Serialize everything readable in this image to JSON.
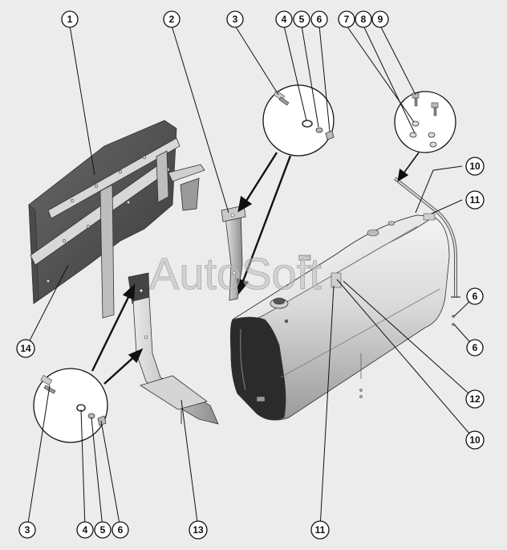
{
  "watermark": "AutoSoft",
  "callouts": [
    {
      "id": "c1",
      "label": "1"
    },
    {
      "id": "c2",
      "label": "2"
    },
    {
      "id": "c3a",
      "label": "3"
    },
    {
      "id": "c4a",
      "label": "4"
    },
    {
      "id": "c5a",
      "label": "5"
    },
    {
      "id": "c6a",
      "label": "6"
    },
    {
      "id": "c7",
      "label": "7"
    },
    {
      "id": "c8",
      "label": "8"
    },
    {
      "id": "c9",
      "label": "9"
    },
    {
      "id": "c10a",
      "label": "10"
    },
    {
      "id": "c11a",
      "label": "11"
    },
    {
      "id": "c6b",
      "label": "6"
    },
    {
      "id": "c6c",
      "label": "6"
    },
    {
      "id": "c14",
      "label": "14"
    },
    {
      "id": "c12",
      "label": "12"
    },
    {
      "id": "c10b",
      "label": "10"
    },
    {
      "id": "c3b",
      "label": "3"
    },
    {
      "id": "c4b",
      "label": "4"
    },
    {
      "id": "c5b",
      "label": "5"
    },
    {
      "id": "c6d",
      "label": "6"
    },
    {
      "id": "c13",
      "label": "13"
    },
    {
      "id": "c11b",
      "label": "11"
    }
  ]
}
